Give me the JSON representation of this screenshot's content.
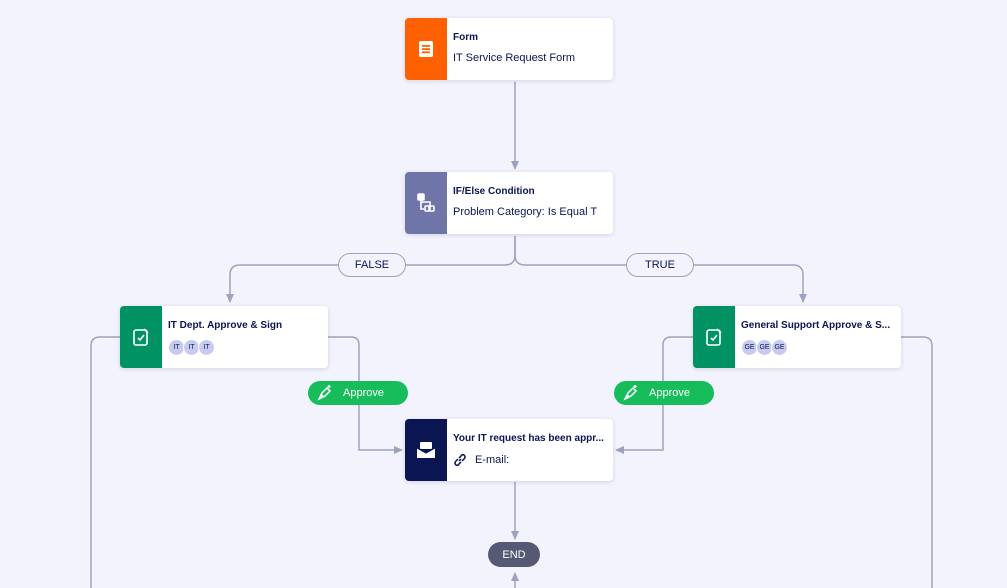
{
  "nodes": {
    "form": {
      "title": "Form",
      "subtitle": "IT Service Request Form",
      "icon": "form-icon",
      "color": "#ff6100"
    },
    "condition": {
      "title": "IF/Else Condition",
      "subtitle": "Problem Category: Is Equal T",
      "icon": "condition-icon",
      "color": "#6f76a7"
    },
    "it_approval": {
      "title": "IT Dept. Approve & Sign",
      "assignees": [
        "IT",
        "IT",
        "IT"
      ],
      "icon": "approval-sign-icon",
      "color": "#009262"
    },
    "general_approval": {
      "title": "General Support Approve & S...",
      "assignees": [
        "GE",
        "GE",
        "GE"
      ],
      "icon": "approval-sign-icon",
      "color": "#009262"
    },
    "email": {
      "title": "Your IT request has been appr...",
      "email_label": "E-mail:",
      "icon": "email-icon",
      "link_icon": "link-icon",
      "color": "#0a1551"
    }
  },
  "branches": {
    "false_label": "FALSE",
    "true_label": "TRUE"
  },
  "approve_labels": {
    "left": "Approve",
    "right": "Approve"
  },
  "end_label": "END",
  "colors": {
    "background": "#f3f3fe",
    "connector": "#9ea3bd",
    "approve": "#18bd5b",
    "end": "#565973"
  }
}
